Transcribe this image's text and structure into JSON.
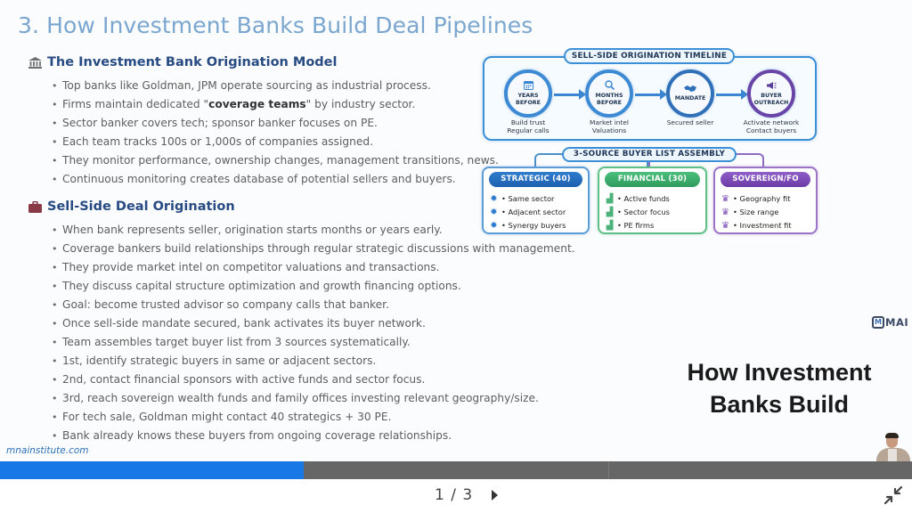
{
  "slide": {
    "title": "3. How Investment Banks Build Deal Pipelines",
    "sections": [
      {
        "icon": "bank-icon",
        "heading": "The Investment Bank Origination Model",
        "bullets": [
          "Top banks like Goldman, JPM operate sourcing as industrial process.",
          "Firms maintain dedicated \"",
          "Sector banker covers tech; sponsor banker focuses on PE.",
          "Each team tracks 100s or 1,000s of companies assigned.",
          "They monitor performance, ownership changes, management transitions, news.",
          "Continuous monitoring creates database of potential sellers and buyers."
        ],
        "bullet2_bold": "coverage teams",
        "bullet2_suffix": "\" by industry sector."
      },
      {
        "icon": "briefcase-icon",
        "heading": "Sell-Side Deal Origination",
        "bullets": [
          "When bank represents seller, origination starts months or years early.",
          "Coverage bankers build relationships through regular strategic discussions with management.",
          "They provide market intel on competitor valuations and transactions.",
          "They discuss capital structure optimization and growth financing options.",
          "Goal: become trusted advisor so company calls that banker.",
          "Once sell-side mandate secured, bank activates its buyer network.",
          "Team assembles target buyer list from 3 sources systematically.",
          "1st, identify strategic buyers in same or adjacent sectors.",
          "2nd, contact financial sponsors with active funds and sector focus.",
          "3rd, reach sovereign wealth funds and family offices investing relevant geography/size.",
          "For tech sale, Goldman might contact 40 strategics + 30 PE.",
          "Bank already knows these buyers from ongoing coverage relationships."
        ]
      }
    ],
    "infographic": {
      "timeline_title": "SELL-SIDE ORIGINATION TIMELINE",
      "steps": [
        {
          "icon": "calendar-icon",
          "label_line1": "YEARS",
          "label_line2": "BEFORE",
          "caption_line1": "Build trust",
          "caption_line2": "Regular calls"
        },
        {
          "icon": "magnifier-icon",
          "label_line1": "MONTHS",
          "label_line2": "BEFORE",
          "caption_line1": "Market intel",
          "caption_line2": "Valuations"
        },
        {
          "icon": "handshake-icon",
          "label_line1": "MANDATE",
          "label_line2": "",
          "caption_line1": "Secured seller",
          "caption_line2": ""
        },
        {
          "icon": "megaphone-icon",
          "label_line1": "BUYER",
          "label_line2": "OUTREACH",
          "caption_line1": "Activate network",
          "caption_line2": "Contact buyers"
        }
      ],
      "assembly_title": "3-SOURCE BUYER LIST ASSEMBLY",
      "sources": [
        {
          "title": "STRATEGIC (40)",
          "icon": "gear-icon",
          "color": "#1d5fb0",
          "items": [
            "• Same sector",
            "• Adjacent sector",
            "• Synergy buyers"
          ]
        },
        {
          "title": "FINANCIAL (30)",
          "icon": "building-icon",
          "color": "#2f9b5e",
          "items": [
            "• Active funds",
            "• Sector focus",
            "• PE firms"
          ]
        },
        {
          "title": "SOVEREIGN/FO",
          "icon": "crown-icon",
          "color": "#6b3aa6",
          "items": [
            "• Geography fit",
            "• Size range",
            "• Investment fit"
          ]
        }
      ]
    },
    "brand_logo": "MAI",
    "video_title": "How Investment Banks Build",
    "website": "mnainstitute.com"
  },
  "player": {
    "progress_segments": 3,
    "current_segment": 1,
    "progress_color": "#1778e6",
    "page_current": "1",
    "page_separator": "/",
    "page_total": "3",
    "pager_text": "1 / 3"
  }
}
